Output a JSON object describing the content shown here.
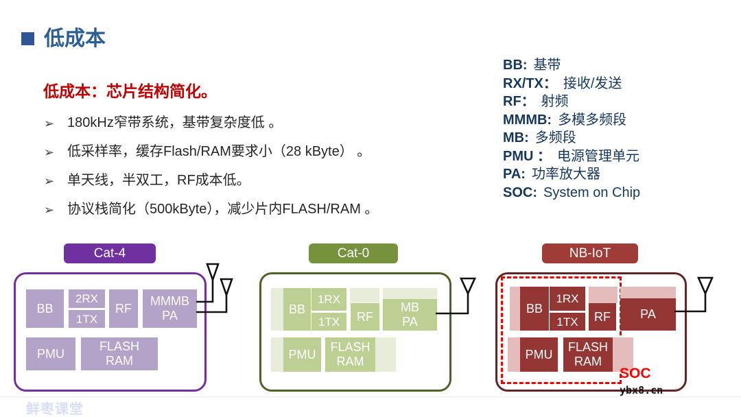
{
  "slide": {
    "title": "低成本",
    "subtitle": "低成本：芯片结构简化。",
    "bullet_marker": "➢",
    "bullets": [
      "180kHz窄带系统，基带复杂度低 。",
      "低采样率，缓存Flash/RAM要求小（28 kByte） 。",
      "单天线，半双工，RF成本低。",
      "协议栈简化（500kByte），减少片内FLASH/RAM 。"
    ]
  },
  "legend": {
    "items": [
      {
        "abbr": "BB:",
        "desc": "基带"
      },
      {
        "abbr": "RX/TX：",
        "desc": "接收/发送"
      },
      {
        "abbr": "RF：",
        "desc": "射频"
      },
      {
        "abbr": "MMMB:",
        "desc": "多模多频段"
      },
      {
        "abbr": "MB:",
        "desc": "多频段"
      },
      {
        "abbr": "PMU ：",
        "desc": "电源管理单元"
      },
      {
        "abbr": "PA:",
        "desc": "功率放大器"
      },
      {
        "abbr": "SOC:",
        "desc": "System on Chip"
      }
    ]
  },
  "chips": {
    "cat4": {
      "title": "Cat-4",
      "antenna_count": 2,
      "blocks": {
        "bb": "BB",
        "rx": "2RX",
        "tx": "1TX",
        "rf": "RF",
        "pa1": "MMMB",
        "pa2": "PA",
        "pmu": "PMU",
        "mem1": "FLASH",
        "mem2": "RAM"
      }
    },
    "cat0": {
      "title": "Cat-0",
      "antenna_count": 1,
      "blocks": {
        "bb": "BB",
        "rx": "1RX",
        "tx": "1TX",
        "rf": "RF",
        "pa1": "MB",
        "pa2": "PA",
        "pmu": "PMU",
        "mem1": "FLASH",
        "mem2": "RAM"
      }
    },
    "nbiot": {
      "title": "NB-IoT",
      "antenna_count": 1,
      "soc_label": "SOC",
      "blocks": {
        "bb": "BB",
        "rx": "1RX",
        "tx": "1TX",
        "rf": "RF",
        "pa": "PA",
        "pmu": "PMU",
        "mem1": "FLASH",
        "mem2": "RAM"
      }
    }
  },
  "watermarks": {
    "bottom_left": "鲜枣课堂",
    "bottom_right": "ybx8.cn"
  },
  "colors": {
    "title_blue": "#2B5D97",
    "legend_blue": "#17375D",
    "accent_red": "#C00000",
    "cat4_purple": "#7030A0",
    "cat4_block": "#B3A3C9",
    "cat0_olive": "#76923C",
    "cat0_border": "#4F6228",
    "cat0_block": "#BDD094",
    "cat0_shadow": "#E8EDDA",
    "nbiot_header": "#A03C38",
    "nbiot_border": "#5E2725",
    "nbiot_block": "#943634",
    "nbiot_shadow": "#E3BCBB",
    "soc_red": "#FF0000"
  }
}
